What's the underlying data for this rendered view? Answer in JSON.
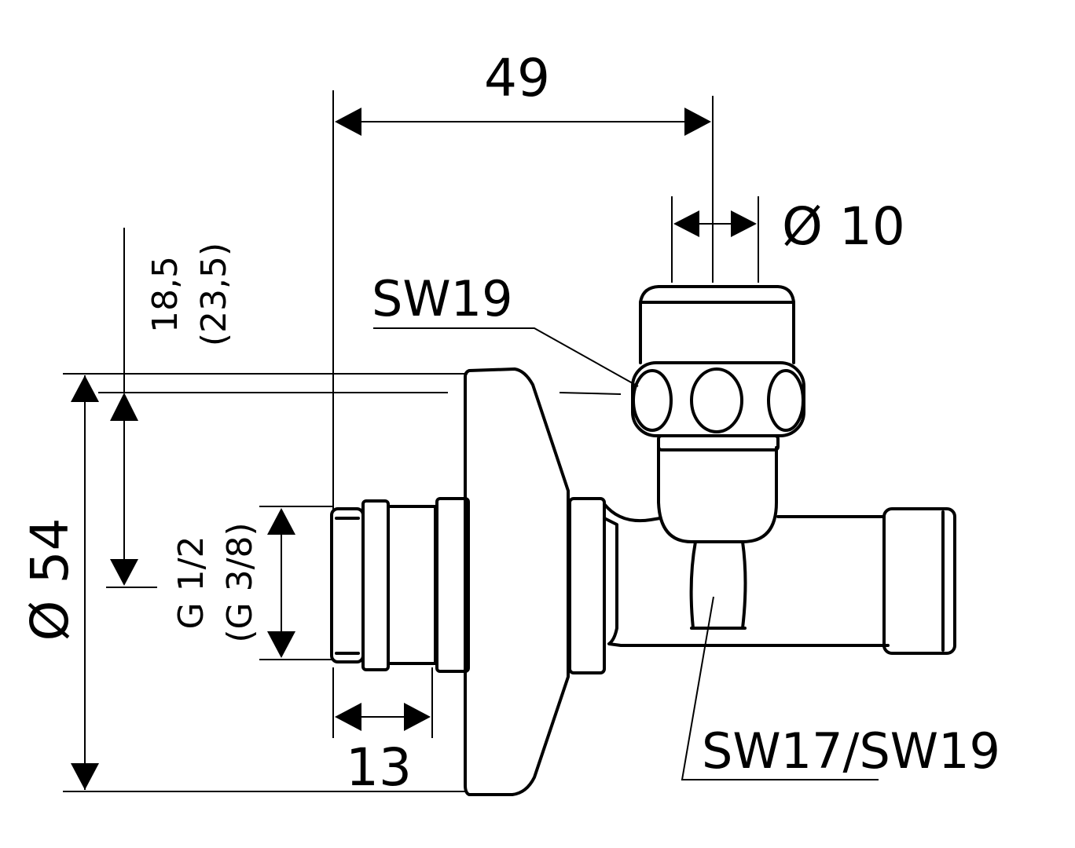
{
  "dimensions": {
    "width_49": "49",
    "diameter_10": "Ø 10",
    "hex_top": "SW19",
    "height_line1": "18,5",
    "height_line2": "(23,5)",
    "diameter_54": "Ø 54",
    "thread_line1": "G 1/2",
    "thread_line2": "(G 3/8)",
    "length_13": "13",
    "hex_bottom": "SW17/SW19"
  }
}
